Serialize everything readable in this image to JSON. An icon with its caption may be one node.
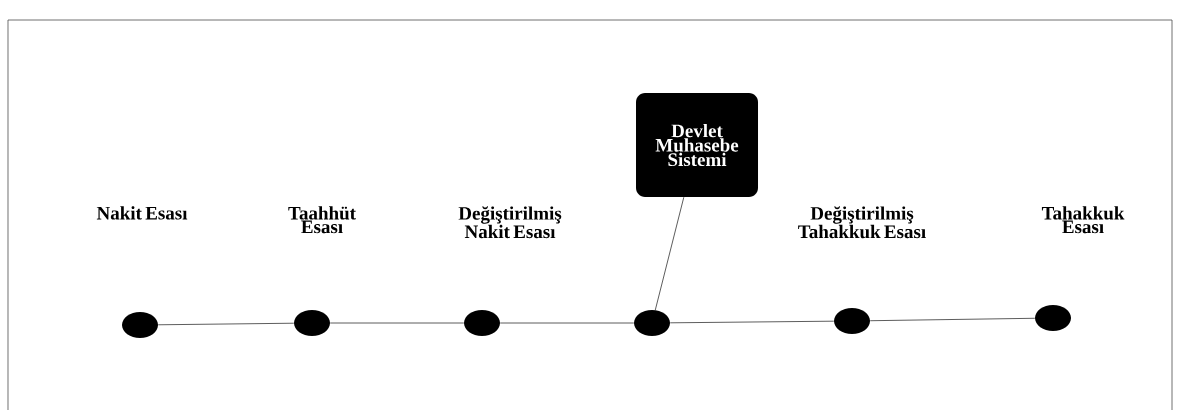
{
  "diagram": {
    "nodes": [
      {
        "text": [
          "Devlet Muhasebe Sistemi"
        ]
      },
      {
        "text": [],
        "shape": "circle"
      },
      {
        "text": [],
        "shape": "circle"
      },
      {
        "text": [],
        "shape": "circle"
      },
      {
        "text": [],
        "shape": "circle"
      },
      {
        "text": [],
        "shape": "circle"
      },
      {
        "text": [],
        "shape": "circle"
      }
    ],
    "edges": [
      {
        "from": 1,
        "to": 2,
        "arrow": "none"
      },
      {
        "from": 2,
        "to": 3,
        "arrow": "none"
      },
      {
        "from": 3,
        "to": 4,
        "arrow": "none"
      },
      {
        "from": 4,
        "to": 5,
        "arrow": "none"
      },
      {
        "from": 5,
        "to": 6,
        "arrow": "none"
      },
      {
        "from": 0,
        "to": 4,
        "arrow": "none"
      }
    ],
    "labels": [
      "Nakit Esası",
      "Taahhüt Esası",
      "Değiştirilmiş Nakit Esası",
      "Değiştirilmiş Tahakkuk Esası",
      "Tahakkuk Esası"
    ]
  }
}
